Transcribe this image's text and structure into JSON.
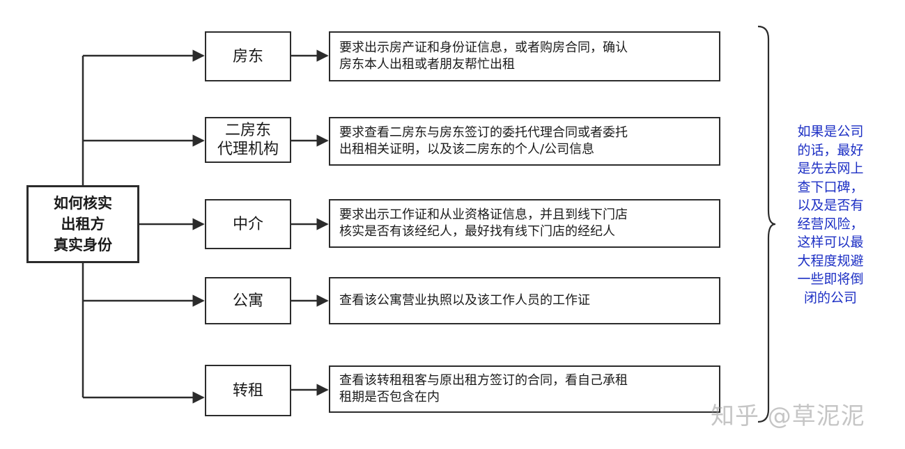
{
  "root": {
    "lines": [
      "如何核实",
      "出租方",
      "真实身份"
    ]
  },
  "categories": [
    {
      "label_lines": [
        "房东"
      ],
      "desc_lines": [
        "要求出示房产证和身份证信息，或者购房合同，确认",
        "房东本人出租或者朋友帮忙出租"
      ]
    },
    {
      "label_lines": [
        "二房东",
        "代理机构"
      ],
      "desc_lines": [
        "要求查看二房东与房东签订的委托代理合同或者委托",
        "出租相关证明，以及该二房东的个人/公司信息"
      ]
    },
    {
      "label_lines": [
        "中介"
      ],
      "desc_lines": [
        "要求出示工作证和从业资格证信息，并且到线下门店",
        "核实是否有该经纪人，最好找有线下门店的经纪人"
      ]
    },
    {
      "label_lines": [
        "公寓"
      ],
      "desc_lines": [
        "查看该公寓营业执照以及该工作人员的工作证"
      ]
    },
    {
      "label_lines": [
        "转租"
      ],
      "desc_lines": [
        "查看该转租租客与原出租方签订的合同，看自己承租",
        "租期是否包含在内"
      ]
    }
  ],
  "note_lines": [
    "如果是公司",
    "的话，最好",
    "是先去网上",
    "查下口碑，",
    "以及是否有",
    "经营风险，",
    "这样可以最",
    "大程度规避",
    "一些即将倒",
    "闭的公司"
  ],
  "watermark": "知乎 @草泥泥",
  "colors": {
    "line": "#2b2b2b",
    "note_text": "#1c2fc4"
  }
}
